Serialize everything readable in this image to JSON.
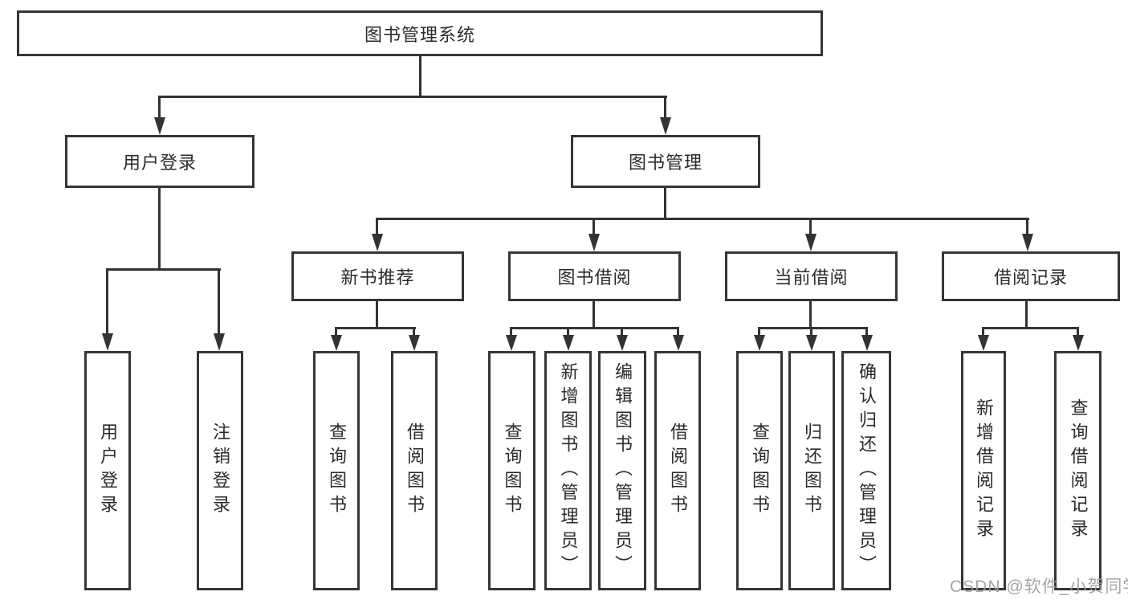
{
  "diagram": {
    "root_label": "图书管理系统",
    "level2": {
      "user_login": "用户登录",
      "book_mgmt": "图书管理"
    },
    "level3": {
      "new_books": "新书推荐",
      "book_borrow": "图书借阅",
      "current_borrow": "当前借阅",
      "borrow_records": "借阅记录"
    },
    "leaves": {
      "user_login_child1": "用户登录",
      "user_login_child2": "注销登录",
      "new_books_child1": "查询图书",
      "new_books_child2": "借阅图书",
      "book_borrow_child1": "查询图书",
      "book_borrow_child2": "新增图书（管理员）",
      "book_borrow_child3": "编辑图书（管理员）",
      "book_borrow_child4": "借阅图书",
      "current_borrow_child1": "查询图书",
      "current_borrow_child2": "归还图书",
      "current_borrow_child3": "确认归还（管理员）",
      "borrow_records_child1": "新增借阅记录",
      "borrow_records_child2": "查询借阅记录"
    }
  },
  "watermark": {
    "text": "CSDN @软件_小贺同学"
  },
  "colors": {
    "line": "#333333",
    "box_border": "#363636",
    "text": "#2b2b2b",
    "watermark": "#9e9e9e",
    "background": "#ffffff"
  }
}
